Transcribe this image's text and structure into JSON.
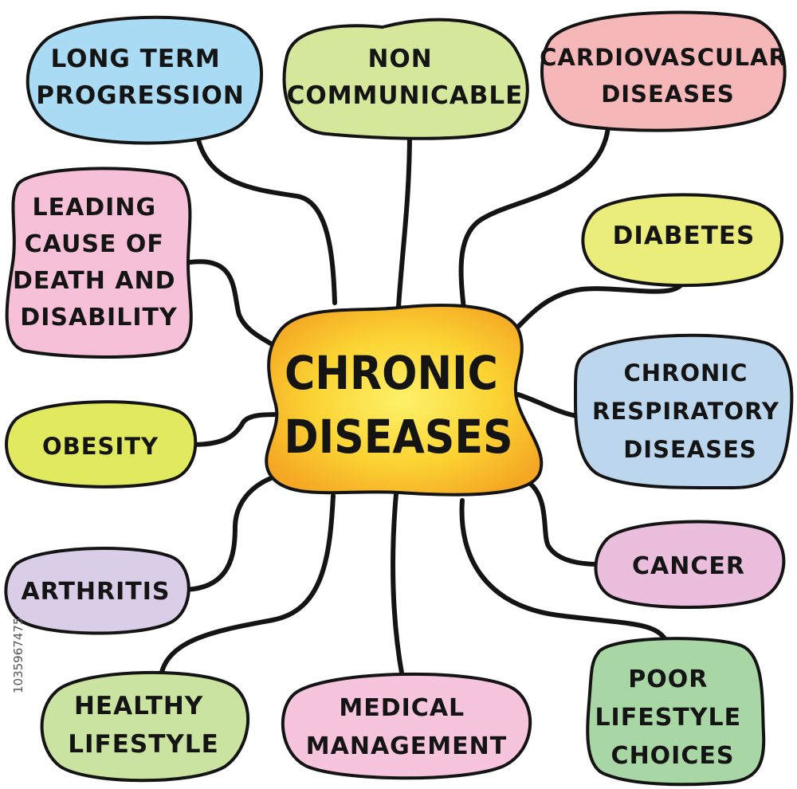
{
  "center": {
    "lines": [
      "CHRONIC",
      "DISEASES"
    ],
    "color": "#f9c81e"
  },
  "nodes": [
    {
      "id": "long-term-progression",
      "lines": [
        "LONG TERM",
        "PROGRESSION"
      ],
      "color": "#a9dcf4"
    },
    {
      "id": "non-communicable",
      "lines": [
        "NON",
        "COMMUNICABLE"
      ],
      "color": "#d4e79b"
    },
    {
      "id": "cardiovascular-diseases",
      "lines": [
        "CARDIOVASCULAR",
        "DISEASES"
      ],
      "color": "#f6b7b9"
    },
    {
      "id": "leading-cause",
      "lines": [
        "LEADING",
        "CAUSE OF",
        "DEATH AND",
        "DISABILITY"
      ],
      "color": "#f6c0d9"
    },
    {
      "id": "diabetes",
      "lines": [
        "DIABETES"
      ],
      "color": "#eaed7a"
    },
    {
      "id": "chronic-respiratory-diseases",
      "lines": [
        "CHRONIC",
        "RESPIRATORY",
        "DISEASES"
      ],
      "color": "#bcd6ee"
    },
    {
      "id": "obesity",
      "lines": [
        "OBESITY"
      ],
      "color": "#e1ea5f"
    },
    {
      "id": "cancer",
      "lines": [
        "CANCER"
      ],
      "color": "#ebbede"
    },
    {
      "id": "arthritis",
      "lines": [
        "ARTHRITIS"
      ],
      "color": "#d9cde8"
    },
    {
      "id": "healthy-lifestyle",
      "lines": [
        "HEALTHY",
        "LIFESTYLE"
      ],
      "color": "#cbe3a0"
    },
    {
      "id": "medical-management",
      "lines": [
        "MEDICAL",
        "MANAGEMENT"
      ],
      "color": "#f6c4dd"
    },
    {
      "id": "poor-lifestyle-choices",
      "lines": [
        "POOR",
        "LIFESTYLE",
        "CHOICES"
      ],
      "color": "#a8d6a5"
    }
  ],
  "stock_id": "1035967475"
}
